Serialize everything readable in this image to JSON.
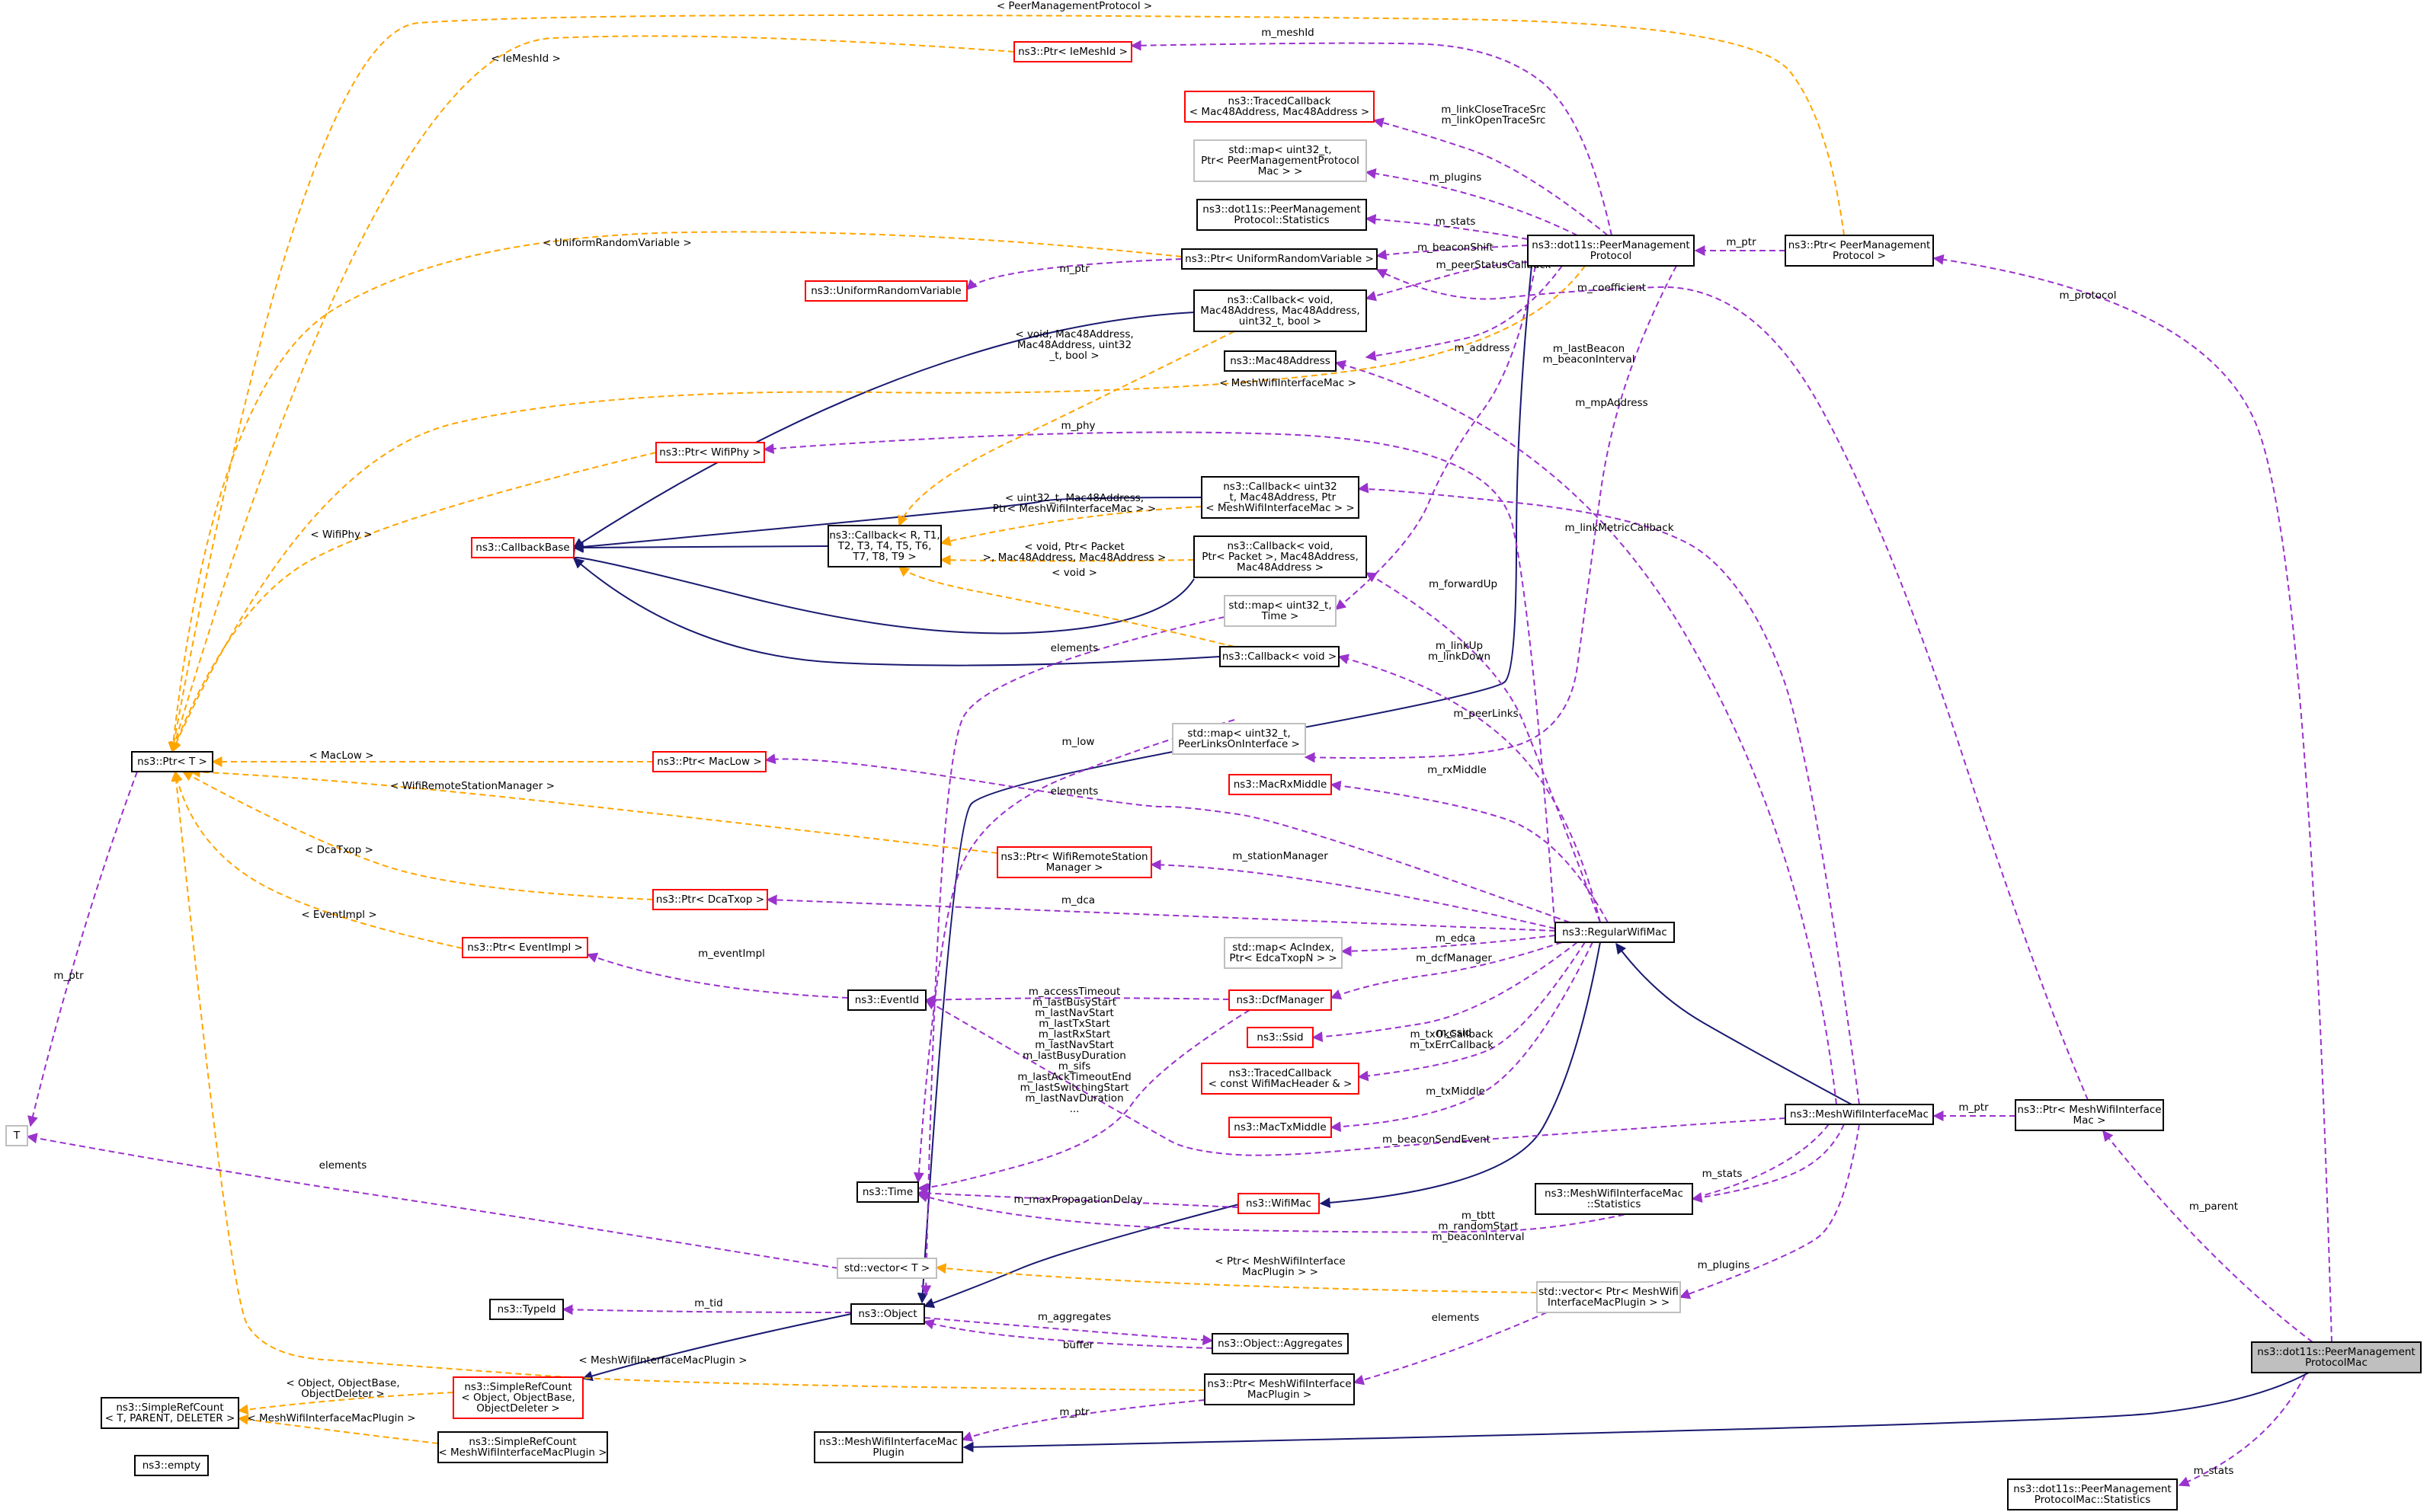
{
  "colors": {
    "black": "#000000",
    "red": "#ff0000",
    "gray": "#bfbfbf",
    "focus_fill": "#bfbfbf",
    "inherit": "#191970",
    "usage": "#9a32cd",
    "template": "#ffa500"
  },
  "nodes": [
    {
      "id": "focus",
      "lines": [
        "ns3::dot11s::PeerManagement",
        "ProtocolMac"
      ],
      "border": "black",
      "focus": true
    },
    {
      "id": "stats_mac",
      "lines": [
        "ns3::dot11s::PeerManagement",
        "ProtocolMac::Statistics"
      ],
      "border": "black"
    },
    {
      "id": "ptr_mwim",
      "lines": [
        "ns3::Ptr< MeshWifiInterface",
        "Mac >"
      ],
      "border": "black"
    },
    {
      "id": "ptr_pmp",
      "lines": [
        "ns3::Ptr< PeerManagement",
        "Protocol >"
      ],
      "border": "black"
    },
    {
      "id": "pmp",
      "lines": [
        "ns3::dot11s::PeerManagement",
        "Protocol"
      ],
      "border": "black"
    },
    {
      "id": "mwim",
      "lines": [
        "ns3::MeshWifiInterfaceMac"
      ],
      "border": "black"
    },
    {
      "id": "rwm",
      "lines": [
        "ns3::RegularWifiMac"
      ],
      "border": "black"
    },
    {
      "id": "wifimac",
      "lines": [
        "ns3::WifiMac"
      ],
      "border": "red"
    },
    {
      "id": "object",
      "lines": [
        "ns3::Object"
      ],
      "border": "black"
    },
    {
      "id": "time",
      "lines": [
        "ns3::Time"
      ],
      "border": "black"
    },
    {
      "id": "eventid",
      "lines": [
        "ns3::EventId"
      ],
      "border": "black"
    },
    {
      "id": "ptr_eventimpl",
      "lines": [
        "ns3::Ptr< EventImpl >"
      ],
      "border": "red"
    },
    {
      "id": "ptrT",
      "lines": [
        "ns3::Ptr< T >"
      ],
      "border": "black"
    },
    {
      "id": "T",
      "lines": [
        "T"
      ],
      "border": "gray"
    },
    {
      "id": "cbbase",
      "lines": [
        "ns3::CallbackBase"
      ],
      "border": "red"
    },
    {
      "id": "cbR",
      "lines": [
        "ns3::Callback< R, T1,",
        "T2, T3, T4, T5, T6,",
        "T7, T8, T9 >"
      ],
      "border": "black"
    },
    {
      "id": "cb_void",
      "lines": [
        "ns3::Callback< void >"
      ],
      "border": "black"
    },
    {
      "id": "cb_void_pkt",
      "lines": [
        "ns3::Callback< void,",
        "Ptr< Packet >, Mac48Address,",
        "Mac48Address >"
      ],
      "border": "black"
    },
    {
      "id": "cb_uint32",
      "lines": [
        "ns3::Callback< uint32",
        "_t, Mac48Address, Ptr",
        "< MeshWifiInterfaceMac > >"
      ],
      "border": "black"
    },
    {
      "id": "cb_void_mac",
      "lines": [
        "ns3::Callback< void,",
        "Mac48Address, Mac48Address,",
        "uint32_t, bool >"
      ],
      "border": "black"
    },
    {
      "id": "ptr_wifiphy",
      "lines": [
        "ns3::Ptr< WifiPhy >"
      ],
      "border": "red"
    },
    {
      "id": "ptr_uniform",
      "lines": [
        "ns3::Ptr< UniformRandomVariable >"
      ],
      "border": "black"
    },
    {
      "id": "uniform",
      "lines": [
        "ns3::UniformRandomVariable"
      ],
      "border": "red"
    },
    {
      "id": "pmp_stats",
      "lines": [
        "ns3::dot11s::PeerManagement",
        "Protocol::Statistics"
      ],
      "border": "black"
    },
    {
      "id": "map_plugins",
      "lines": [
        "std::map< uint32_t,",
        "Ptr< PeerManagementProtocol",
        "Mac > >"
      ],
      "border": "gray"
    },
    {
      "id": "traced_mac48",
      "lines": [
        "ns3::TracedCallback",
        "< Mac48Address, Mac48Address >"
      ],
      "border": "red"
    },
    {
      "id": "ptr_iemeshid",
      "lines": [
        "ns3::Ptr< IeMeshId >"
      ],
      "border": "red"
    },
    {
      "id": "mac48",
      "lines": [
        "ns3::Mac48Address"
      ],
      "border": "black"
    },
    {
      "id": "map_time",
      "lines": [
        "std::map< uint32_t,",
        "Time >"
      ],
      "border": "gray"
    },
    {
      "id": "map_peerlinks",
      "lines": [
        "std::map< uint32_t,",
        "PeerLinksOnInterface >"
      ],
      "border": "gray"
    },
    {
      "id": "macrxmiddle",
      "lines": [
        "ns3::MacRxMiddle"
      ],
      "border": "red"
    },
    {
      "id": "ptr_macLow",
      "lines": [
        "ns3::Ptr< MacLow >"
      ],
      "border": "red"
    },
    {
      "id": "ptr_wrsm",
      "lines": [
        "ns3::Ptr< WifiRemoteStation",
        "Manager >"
      ],
      "border": "red"
    },
    {
      "id": "ptr_dcatxop",
      "lines": [
        "ns3::Ptr< DcaTxop >"
      ],
      "border": "red"
    },
    {
      "id": "map_edca",
      "lines": [
        "std::map< AcIndex,",
        "Ptr< EdcaTxopN > >"
      ],
      "border": "gray"
    },
    {
      "id": "dcf",
      "lines": [
        "ns3::DcfManager"
      ],
      "border": "red"
    },
    {
      "id": "ssid",
      "lines": [
        "ns3::Ssid"
      ],
      "border": "red"
    },
    {
      "id": "traced_wifi",
      "lines": [
        "ns3::TracedCallback",
        "< const WifiMacHeader & >"
      ],
      "border": "red"
    },
    {
      "id": "mactxmiddle",
      "lines": [
        "ns3::MacTxMiddle"
      ],
      "border": "red"
    },
    {
      "id": "mwim_stats",
      "lines": [
        "ns3::MeshWifiInterfaceMac",
        "::Statistics"
      ],
      "border": "black"
    },
    {
      "id": "vec_plugins",
      "lines": [
        "std::vector< Ptr< MeshWifi",
        "InterfaceMacPlugin > >"
      ],
      "border": "gray"
    },
    {
      "id": "vecT",
      "lines": [
        "std::vector< T >"
      ],
      "border": "gray"
    },
    {
      "id": "typeid",
      "lines": [
        "ns3::TypeId"
      ],
      "border": "black"
    },
    {
      "id": "aggregates",
      "lines": [
        "ns3::Object::Aggregates"
      ],
      "border": "black"
    },
    {
      "id": "ptr_plugin",
      "lines": [
        "ns3::Ptr< MeshWifiInterface",
        "MacPlugin >"
      ],
      "border": "black"
    },
    {
      "id": "plugin",
      "lines": [
        "ns3::MeshWifiInterfaceMac",
        "Plugin"
      ],
      "border": "black"
    },
    {
      "id": "src_obj",
      "lines": [
        "ns3::SimpleRefCount",
        "< Object, ObjectBase,",
        "ObjectDeleter >"
      ],
      "border": "red"
    },
    {
      "id": "src_T",
      "lines": [
        "ns3::SimpleRefCount",
        "< T, PARENT, DELETER >"
      ],
      "border": "black"
    },
    {
      "id": "src_plugin",
      "lines": [
        "ns3::SimpleRefCount",
        "< MeshWifiInterfaceMacPlugin >"
      ],
      "border": "black"
    },
    {
      "id": "empty",
      "lines": [
        "ns3::empty"
      ],
      "border": "black"
    }
  ],
  "edges": [
    {
      "kind": "usage",
      "label": [
        "m_stats"
      ]
    },
    {
      "kind": "usage",
      "label": [
        "m_parent"
      ]
    },
    {
      "kind": "usage",
      "label": [
        "m_protocol"
      ]
    },
    {
      "kind": "inherit",
      "label": []
    },
    {
      "kind": "usage",
      "label": [
        "m_ptr"
      ]
    },
    {
      "kind": "usage",
      "label": [
        "m_ptr"
      ]
    },
    {
      "kind": "inherit",
      "label": []
    },
    {
      "kind": "inherit",
      "label": []
    },
    {
      "kind": "inherit",
      "label": []
    },
    {
      "kind": "inherit",
      "label": []
    },
    {
      "kind": "inherit",
      "label": []
    },
    {
      "kind": "inherit",
      "label": []
    },
    {
      "kind": "inherit",
      "label": []
    },
    {
      "kind": "inherit",
      "label": []
    },
    {
      "kind": "inherit",
      "label": []
    },
    {
      "kind": "inherit",
      "label": []
    },
    {
      "kind": "usage",
      "label": [
        "m_stats"
      ]
    },
    {
      "kind": "usage",
      "label": [
        "m_plugins"
      ]
    },
    {
      "kind": "usage",
      "label": [
        "m_tbtt",
        "m_randomStart",
        "m_beaconInterval"
      ]
    },
    {
      "kind": "usage",
      "label": [
        "m_beaconSendEvent"
      ]
    },
    {
      "kind": "usage",
      "label": [
        "m_mpAddress"
      ]
    },
    {
      "kind": "usage",
      "label": [
        "m_linkMetricCallback"
      ]
    },
    {
      "kind": "usage",
      "label": [
        "m_coefficient"
      ]
    },
    {
      "kind": "usage",
      "label": [
        "m_lastBeacon",
        "m_beaconInterval"
      ]
    },
    {
      "kind": "usage",
      "label": [
        "m_peerLinks"
      ]
    },
    {
      "kind": "usage",
      "label": [
        "m_beaconShift"
      ]
    },
    {
      "kind": "usage",
      "label": [
        "m_peerStatusCallback"
      ]
    },
    {
      "kind": "usage",
      "label": [
        "m_address"
      ]
    },
    {
      "kind": "usage",
      "label": [
        "m_stats"
      ]
    },
    {
      "kind": "usage",
      "label": [
        "m_plugins"
      ]
    },
    {
      "kind": "usage",
      "label": [
        "m_linkCloseTraceSrc",
        "m_linkOpenTraceSrc"
      ]
    },
    {
      "kind": "usage",
      "label": [
        "m_meshId"
      ]
    },
    {
      "kind": "usage",
      "label": [
        "m_maxPropagationDelay"
      ]
    },
    {
      "kind": "usage",
      "label": [
        "m_phy"
      ]
    },
    {
      "kind": "usage",
      "label": [
        "m_forwardUp"
      ]
    },
    {
      "kind": "usage",
      "label": [
        "m_linkUp",
        "m_linkDown"
      ]
    },
    {
      "kind": "usage",
      "label": [
        "m_rxMiddle"
      ]
    },
    {
      "kind": "usage",
      "label": [
        "m_low"
      ]
    },
    {
      "kind": "usage",
      "label": [
        "m_stationManager"
      ]
    },
    {
      "kind": "usage",
      "label": [
        "m_dca"
      ]
    },
    {
      "kind": "usage",
      "label": [
        "m_edca"
      ]
    },
    {
      "kind": "usage",
      "label": [
        "m_dcfManager"
      ]
    },
    {
      "kind": "usage",
      "label": [
        "m_ssid"
      ]
    },
    {
      "kind": "usage",
      "label": [
        "m_txOkCallback",
        "m_txErrCallback"
      ]
    },
    {
      "kind": "usage",
      "label": [
        "m_txMiddle"
      ]
    },
    {
      "kind": "usage",
      "label": [
        "m_accessTimeout"
      ]
    },
    {
      "kind": "usage",
      "label": [
        "m_lastBusyStart",
        "m_lastNavStart",
        "m_lastTxStart",
        "m_lastRxStart",
        "m_lastNavStart",
        "m_lastBusyDuration",
        "m_sifs",
        "m_lastAckTimeoutEnd",
        "m_lastSwitchingStart",
        "m_lastNavDuration",
        "..."
      ]
    },
    {
      "kind": "usage",
      "label": [
        "m_eventImpl"
      ]
    },
    {
      "kind": "usage",
      "label": [
        "m_tid"
      ]
    },
    {
      "kind": "usage",
      "label": [
        "m_aggregates"
      ]
    },
    {
      "kind": "usage",
      "label": [
        "buffer"
      ]
    },
    {
      "kind": "usage",
      "label": [
        "m_ptr"
      ]
    },
    {
      "kind": "usage",
      "label": [
        "m_ptr"
      ]
    },
    {
      "kind": "usage",
      "label": [
        "m_ptr"
      ]
    },
    {
      "kind": "usage",
      "label": [
        "elements"
      ]
    },
    {
      "kind": "usage",
      "label": [
        "elements"
      ]
    },
    {
      "kind": "usage",
      "label": [
        "elements"
      ]
    },
    {
      "kind": "usage",
      "label": [
        "elements"
      ]
    },
    {
      "kind": "template",
      "label": [
        "< Ptr< MeshWifiInterface",
        "MacPlugin > >"
      ]
    },
    {
      "kind": "template",
      "label": [
        "< PeerManagementProtocol >"
      ]
    },
    {
      "kind": "template",
      "label": [
        "< IeMeshId >"
      ]
    },
    {
      "kind": "template",
      "label": [
        "< UniformRandomVariable >"
      ]
    },
    {
      "kind": "template",
      "label": [
        "< MeshWifiInterfaceMac >"
      ]
    },
    {
      "kind": "template",
      "label": [
        "< WifiPhy >"
      ]
    },
    {
      "kind": "template",
      "label": [
        "< MacLow >"
      ]
    },
    {
      "kind": "template",
      "label": [
        "< WifiRemoteStationManager >"
      ]
    },
    {
      "kind": "template",
      "label": [
        "< DcaTxop >"
      ]
    },
    {
      "kind": "template",
      "label": [
        "< EventImpl >"
      ]
    },
    {
      "kind": "template",
      "label": [
        "< MeshWifiInterfaceMacPlugin >"
      ]
    },
    {
      "kind": "template",
      "label": [
        "< void, Mac48Address,",
        "Mac48Address, uint32",
        "_t, bool >"
      ]
    },
    {
      "kind": "template",
      "label": [
        "< uint32_t, Mac48Address,",
        "Ptr< MeshWifiInterfaceMac > >"
      ]
    },
    {
      "kind": "template",
      "label": [
        "< void, Ptr< Packet",
        ">, Mac48Address, Mac48Address >"
      ]
    },
    {
      "kind": "template",
      "label": [
        "< void >"
      ]
    },
    {
      "kind": "template",
      "label": [
        "< Object, ObjectBase,",
        "ObjectDeleter >"
      ]
    },
    {
      "kind": "template",
      "label": [
        "< MeshWifiInterfaceMacPlugin >"
      ]
    }
  ]
}
